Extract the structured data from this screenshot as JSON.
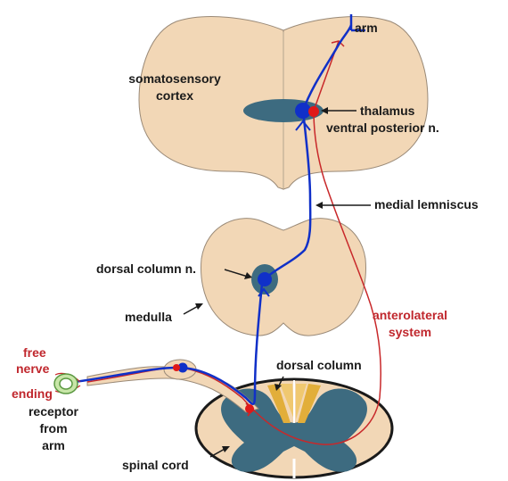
{
  "labels": {
    "arm": "arm",
    "cortex_line1": "somatosensory",
    "cortex_line2": "cortex",
    "thalamus_line1": "thalamus",
    "thalamus_line2": "ventral posterior n.",
    "medial_lemniscus": "medial lemniscus",
    "dorsal_column_nucleus": "dorsal column n.",
    "medulla": "medulla",
    "anterolateral_line1": "anterolateral",
    "anterolateral_line2": "system",
    "free_nerve_line1": "free",
    "free_nerve_line2": "nerve",
    "free_nerve_line3": "ending",
    "receptor_line1": "receptor",
    "receptor_line2": "from",
    "receptor_line3": "arm",
    "dorsal_column": "dorsal column",
    "spinal_cord": "spinal cord"
  },
  "colors": {
    "tissue": "#f2d7b6",
    "gray_matter": "#3d6b80",
    "lemniscal_pathway": "#1030c8",
    "anterolateral_pathway": "#c8282a",
    "dorsal_column_tract": "#e2ae3a",
    "red_label": "#c0272d"
  }
}
